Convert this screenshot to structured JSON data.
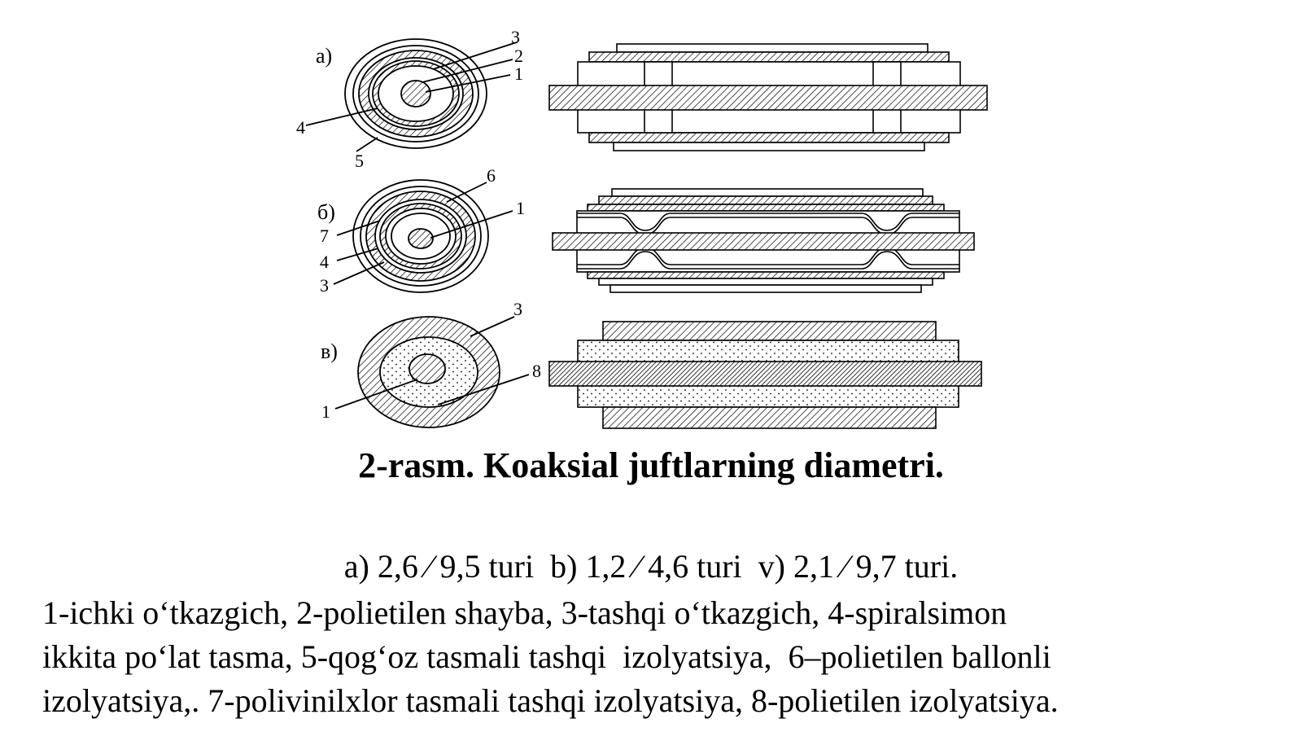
{
  "figure": {
    "labels": {
      "a": "a)",
      "b": "б)",
      "v": "в)",
      "n1": "1",
      "n2": "2",
      "n3": "3",
      "n4": "4",
      "n5": "5",
      "n6": "6",
      "n7": "7",
      "n8": "8"
    }
  },
  "caption": "2-rasm. Koaksial juftlarning diametri.",
  "types_line": "a) 2,6 ⁄ 9,5 turi  b) 1,2 ⁄ 4,6 turi  v) 2,1 ⁄ 9,7 turi.",
  "legend_lines": [
    "1-ichki o‘tkazgich, 2-polietilen shayba, 3-tashqi o‘tkazgich, 4-spiralsimon",
    "ikkita po‘lat tasma, 5-qog‘oz tasmali tashqi  izolyatsiya,  6–polietilen ballonli",
    "izolyatsiya,. 7-polivinilxlor tasmali tashqi izolyatsiya, 8-polietilen izolyatsiya."
  ]
}
